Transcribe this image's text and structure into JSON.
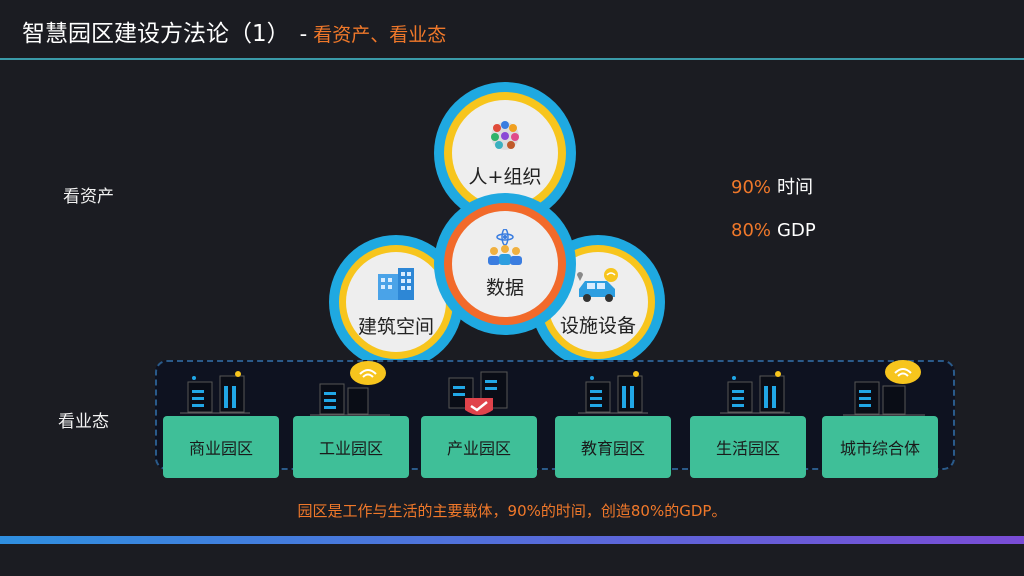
{
  "header": {
    "title": "智慧园区建设方法论（1）",
    "dash": "-",
    "subtitle": "看资产、看业态"
  },
  "labels": {
    "assets": "看资产",
    "business": "看业态"
  },
  "stats": [
    {
      "pct": "90%",
      "label": "时间"
    },
    {
      "pct": "80%",
      "label": "GDP"
    }
  ],
  "circles": {
    "people": "人+组织",
    "data": "数据",
    "space": "建筑空间",
    "facility": "设施设备"
  },
  "parks": [
    {
      "label": "商业园区"
    },
    {
      "label": "工业园区"
    },
    {
      "label": "产业园区"
    },
    {
      "label": "教育园区"
    },
    {
      "label": "生活园区"
    },
    {
      "label": "城市综合体"
    }
  ],
  "caption": "园区是工作与生活的主要载体，90%的时间，创造80%的GDP。",
  "colors": {
    "accent_orange": "#f0782a",
    "circle_blue": "#1fa9e1",
    "circle_yellow": "#f7c51d",
    "park_green": "#3fbf98"
  }
}
